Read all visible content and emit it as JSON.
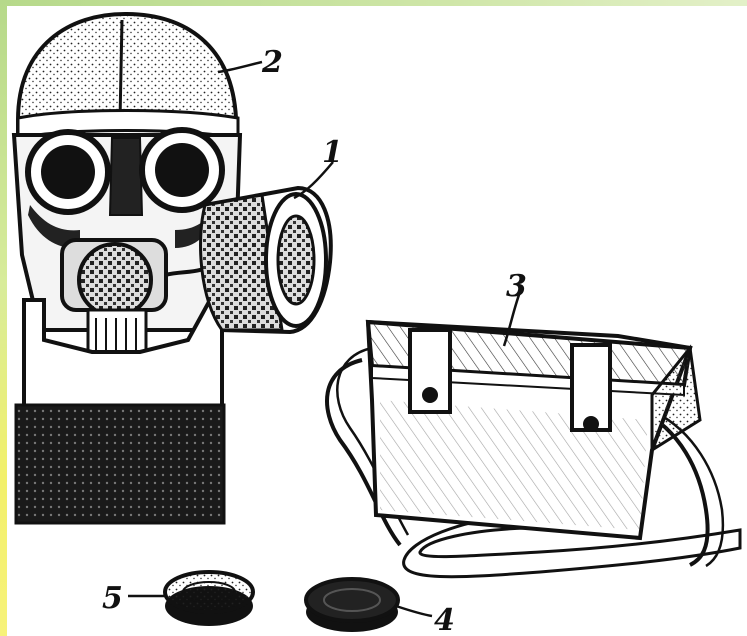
{
  "colors": {
    "ink": "#111111",
    "paper": "#ffffff",
    "frame_top": "#b6d98a",
    "frame_left_bottom": "#f2f06a"
  },
  "callouts": {
    "filter_box": "1",
    "mask_helmet": "2",
    "bag": "3",
    "valve_disc_right": "4",
    "valve_disc_left": "5"
  }
}
